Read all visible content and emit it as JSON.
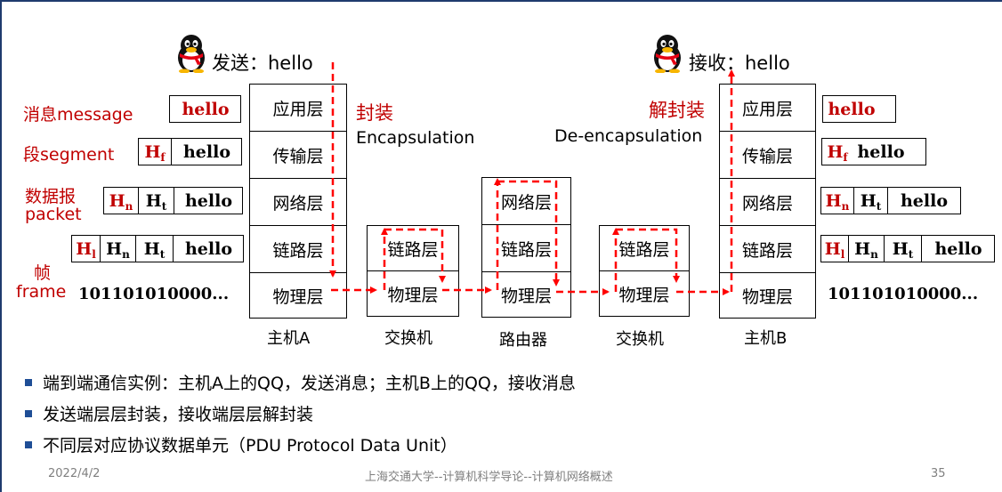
{
  "senderTitle": "发送：hello",
  "receiverTitle": "接收：hello",
  "encap": {
    "cn": "封装",
    "en": "Encapsulation"
  },
  "decap": {
    "cn": "解封装",
    "en": "De-encapsulation"
  },
  "pduLabels": {
    "message": "消息message",
    "segment": "段segment",
    "packetCn": "数据报",
    "packetEn": "packet",
    "frameCn": "帧",
    "frameEn": "frame"
  },
  "payload": "hello",
  "headers": {
    "Ht": {
      "base": "H",
      "sub": "t"
    },
    "Hn": {
      "base": "H",
      "sub": "n"
    },
    "Hl": {
      "base": "H",
      "sub": "l"
    },
    "Hf": {
      "base": "H",
      "sub": "f"
    }
  },
  "bits": "101101010000...",
  "layers": {
    "app": "应用层",
    "transport": "传输层",
    "network": "网络层",
    "link": "链路层",
    "physical": "物理层"
  },
  "devices": {
    "hostA": "主机A",
    "switch1": "交换机",
    "router": "路由器",
    "switch2": "交换机",
    "hostB": "主机B"
  },
  "bullets": [
    "端到端通信实例：主机A上的QQ，发送消息；主机B上的QQ，接收消息",
    "发送端层层封装，接收端层层解封装",
    "不同层对应协议数据单元（PDU Protocol Data Unit）"
  ],
  "footer": {
    "date": "2022/4/2",
    "center": "上海交通大学--计算机科学导论--计算机网络概述",
    "page": "35"
  },
  "colors": {
    "accent": "#c00000",
    "arrow": "#ff0000",
    "bullet": "#1f4e96",
    "border": "#1f3b6e"
  },
  "icons": {
    "sender": "qq-penguin-icon",
    "receiver": "qq-penguin-icon"
  }
}
